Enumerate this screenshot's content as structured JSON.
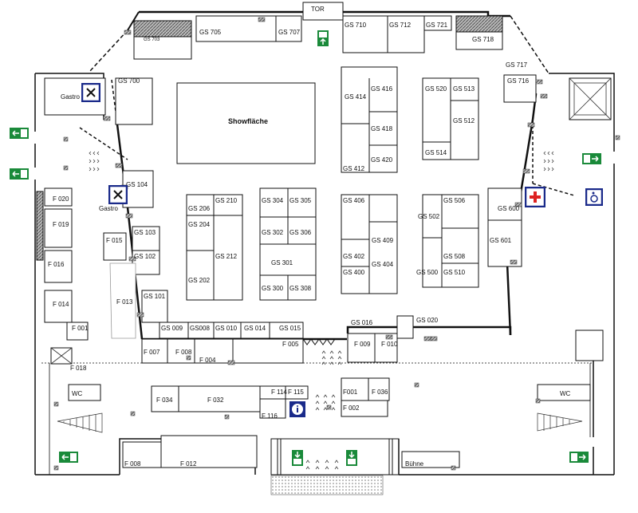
{
  "map": {
    "showroom_label": "Showfläche",
    "gate_label": "TOR",
    "stage_label": "Bühne",
    "wc_left": "WC",
    "wc_right": "WC",
    "gastro_top": "Gastro",
    "gastro_mid": "Gastro",
    "stands": {
      "gs703": "GS 703",
      "gs705": "GS 705",
      "gs707": "GS 707",
      "gs710": "GS 710",
      "gs712": "GS 712",
      "gs721": "GS 721",
      "gs718": "GS 718",
      "gs717": "GS 717",
      "gs716": "GS 716",
      "gs700": "GS 700",
      "gs414": "GS 414",
      "gs416": "GS 416",
      "gs418": "GS 418",
      "gs420": "GS 420",
      "gs412": "GS 412",
      "gs520": "GS 520",
      "gs513": "GS 513",
      "gs512": "GS 512",
      "gs514": "GS 514",
      "gs104": "GS 104",
      "gs103": "GS 103",
      "gs102": "GS 102",
      "gs101": "GS 101",
      "gs206": "GS 206",
      "gs210": "GS 210",
      "gs204": "GS 204",
      "gs212": "GS 212",
      "gs202": "GS 202",
      "gs304": "GS 304",
      "gs305": "GS 305",
      "gs302": "GS 302",
      "gs306": "GS 306",
      "gs301": "GS 301",
      "gs300": "GS 300",
      "gs308": "GS 308",
      "gs406": "GS 406",
      "gs409": "GS 409",
      "gs402": "GS 402",
      "gs404": "GS 404",
      "gs400": "GS 400",
      "gs506": "GS 506",
      "gs502": "GS 502",
      "gs508": "GS 508",
      "gs500": "GS 500",
      "gs510": "GS 510",
      "gs600": "GS 600",
      "gs601": "GS 601",
      "gs009": "GS 009",
      "gs008": "GS008",
      "gs010": "GS 010",
      "gs014": "GS 014",
      "gs015": "GS 015",
      "gs016": "GS 016",
      "gs020": "GS 020",
      "f020": "F 020",
      "f019": "F 019",
      "f015": "F 015",
      "f016": "F 016",
      "f013": "F 013",
      "f014": "F 014",
      "f001a": "F 001",
      "f007": "F 007",
      "f008a": "F 008",
      "f004": "F 004",
      "f005": "F 005",
      "f009": "F 009",
      "f010": "F 010",
      "f018": "F 018",
      "f034": "F 034",
      "f032": "F 032",
      "f114": "F 114",
      "f115": "F 115",
      "f116": "F 116",
      "f001b": "F001",
      "f036": "F 036",
      "f002": "F 002",
      "f008b": "F 008",
      "f012": "F 012"
    }
  }
}
